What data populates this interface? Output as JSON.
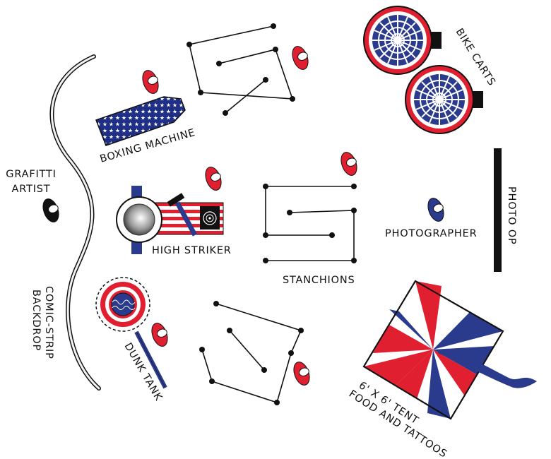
{
  "labels": {
    "boxing_machine": "BOXING MACHINE",
    "bike_carts": "BIKE CARTS",
    "grafitti_line1": "GRAFITTI",
    "grafitti_line2": "ARTIST",
    "high_striker": "HIGH STRIKER",
    "stanchions": "STANCHIONS",
    "photographer": "PHOTOGRAPHER",
    "photo_op": "PHOTO OP",
    "comic_line1": "COMIC-STRIP",
    "comic_line2": "BACKDROP",
    "dunk_tank": "DUNK TANK",
    "tent_line1": "6' X 6' TENT",
    "tent_line2": "FOOD AND TATTOOS"
  },
  "icons": {
    "staff_marker": "person-marker-icon",
    "umbrella": "umbrella-icon",
    "kite_tent": "tent-icon"
  },
  "colors": {
    "red": "#e01f30",
    "blue": "#2a3a8c",
    "black": "#111111",
    "white": "#ffffff",
    "gray": "#8a8a8a"
  }
}
